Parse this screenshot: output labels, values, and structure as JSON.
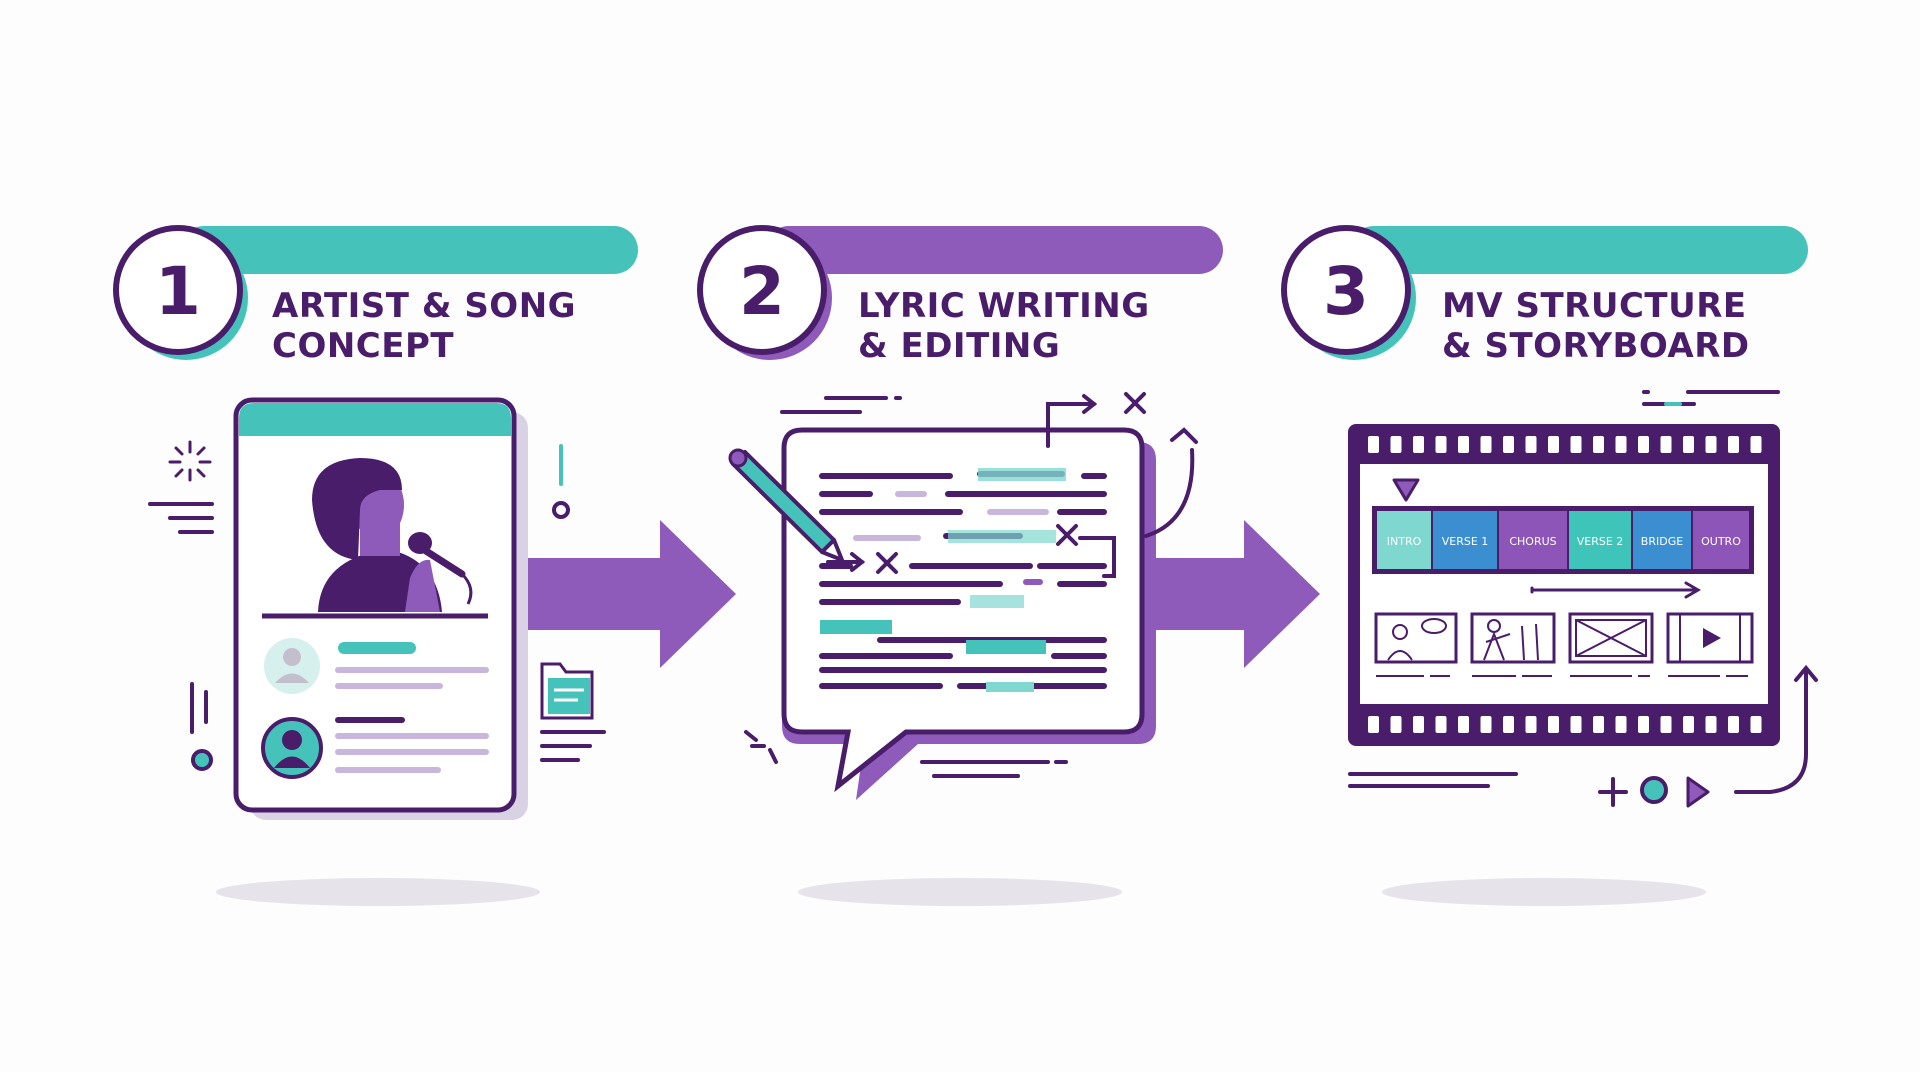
{
  "steps": [
    {
      "number": "1",
      "title_line1": "ARTIST & SONG",
      "title_line2": "CONCEPT"
    },
    {
      "number": "2",
      "title_line1": "LYRIC WRITING",
      "title_line2": "& EDITING"
    },
    {
      "number": "3",
      "title_line1": "MV STRUCTURE",
      "title_line2": "& STORYBOARD"
    }
  ],
  "timeline": {
    "segments": [
      {
        "label": "INTRO",
        "color": "#7fd8cf"
      },
      {
        "label": "VERSE 1",
        "color": "#3b8fd1"
      },
      {
        "label": "CHORUS",
        "color": "#8e55b8"
      },
      {
        "label": "VERSE 2",
        "color": "#3fc4ba"
      },
      {
        "label": "BRIDGE",
        "color": "#3b8fd1"
      },
      {
        "label": "OUTRO",
        "color": "#8e55b8"
      }
    ]
  },
  "colors": {
    "teal": "#45c3bb",
    "purple": "#8e5bbb",
    "dark_purple": "#4a1d6b",
    "light_lavender": "#c9b6dd",
    "shadow": "#e6e3ea"
  }
}
